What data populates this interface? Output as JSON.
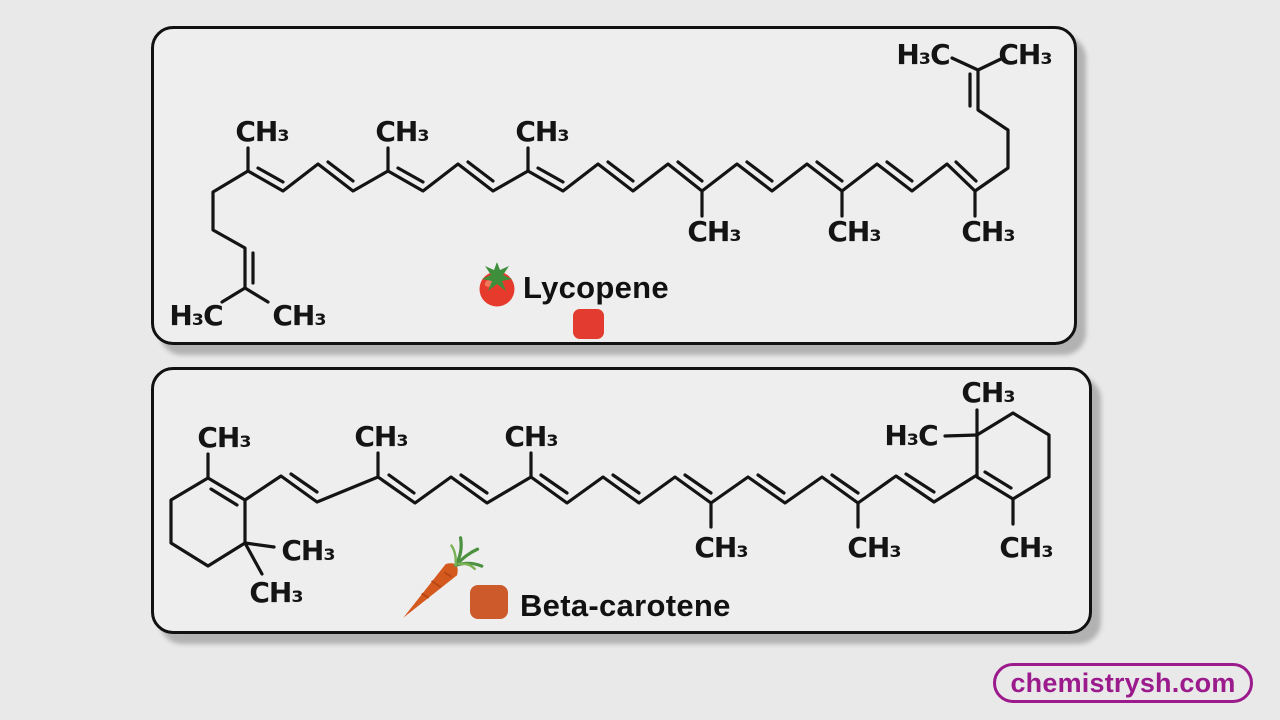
{
  "figure": {
    "background_color": "#e9e9e9",
    "bond_color": "#141414"
  },
  "lycopene_panel": {
    "name": "Lycopene",
    "emoji_icon": "🍅",
    "swatch_color": "#e33b30"
  },
  "beta_carotene_panel": {
    "name": "Beta-carotene",
    "emoji_icon": "🥕",
    "swatch_color": "#cc5a2b"
  },
  "atom_labels": {
    "ch3": "CH₃",
    "h3c": "H₃C"
  },
  "watermark": {
    "text": "chemistrysh.com",
    "color": "#9b1b8d"
  }
}
